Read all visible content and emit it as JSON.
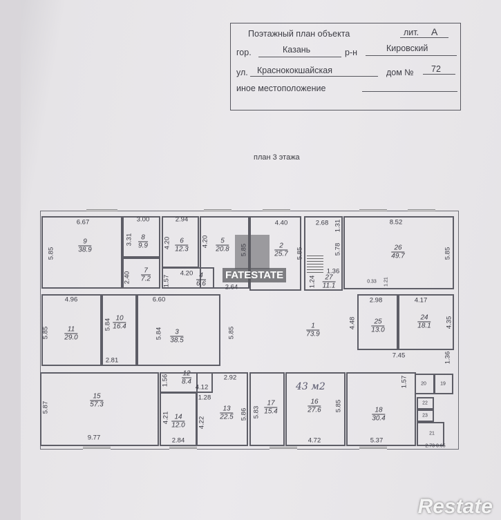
{
  "stamp": {
    "title": "Поэтажный план объекта",
    "lit_label": "лит.",
    "lit": "А",
    "city_label": "гор.",
    "city": "Казань",
    "district_label": "р-н",
    "district": "Кировский",
    "street_label": "ул.",
    "street": "Краснококшайская",
    "house_label": "дом №",
    "house": "72",
    "other_label": "иное местоположение"
  },
  "floor_title": "план 3 этажа",
  "handwritten_note": "43 м2",
  "watermark": "FATESTATE",
  "brand": "Restate",
  "rooms": [
    {
      "n": "9",
      "a": "38.9"
    },
    {
      "n": "8",
      "a": "9.9"
    },
    {
      "n": "7",
      "a": "7.2"
    },
    {
      "n": "6",
      "a": "12.3"
    },
    {
      "n": "5",
      "a": "20.8"
    },
    {
      "n": "4",
      "a": "6.6"
    },
    {
      "n": "2",
      "a": "25.7"
    },
    {
      "n": "27",
      "a": "11.1"
    },
    {
      "n": "26",
      "a": "49.7"
    },
    {
      "n": "11",
      "a": "29.0"
    },
    {
      "n": "10",
      "a": "16.4"
    },
    {
      "n": "3",
      "a": "38.5"
    },
    {
      "n": "1",
      "a": "73.9"
    },
    {
      "n": "25",
      "a": "13.0"
    },
    {
      "n": "24",
      "a": "18.1"
    },
    {
      "n": "15",
      "a": "57.3"
    },
    {
      "n": "12",
      "a": "8.4"
    },
    {
      "n": "14",
      "a": "12.0"
    },
    {
      "n": "13",
      "a": "22.5"
    },
    {
      "n": "17",
      "a": "15.4"
    },
    {
      "n": "16",
      "a": "27.6"
    },
    {
      "n": "18",
      "a": "30.4"
    }
  ],
  "small_rooms": [
    "20",
    "19",
    "22",
    "23",
    "21"
  ],
  "dims": [
    "6.67",
    "5.85",
    "3.00",
    "3.31",
    "2.40",
    "2.94",
    "4.20",
    "4.20",
    "5.85",
    "4.20",
    "1.57",
    "2.64",
    "4.40",
    "5.85",
    "2.68",
    "1.31",
    "5.78",
    "1.36",
    "1.24",
    "8.52",
    "5.85",
    "0.33",
    "1.21",
    "4.96",
    "5.85",
    "5.84",
    "2.81",
    "6.60",
    "5.84",
    "5.85",
    "4.48",
    "2.98",
    "4.17",
    "4.35",
    "7.45",
    "1.36",
    "5.87",
    "9.77",
    "1.56",
    "4.12",
    "2.92",
    "1.28",
    "4.22",
    "5.86",
    "4.21",
    "2.84",
    "5.83",
    "5.85",
    "4.72",
    "5.37",
    "1.57",
    "2.73 0.65"
  ]
}
